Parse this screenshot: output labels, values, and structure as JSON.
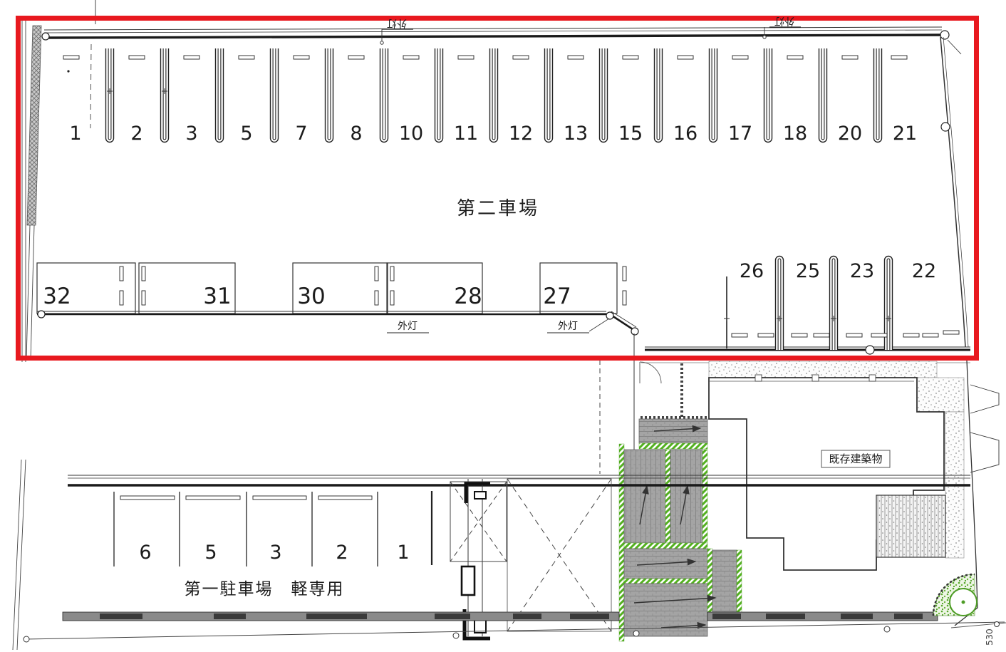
{
  "highlight": {
    "color": "#e8191f"
  },
  "lot2": {
    "name": "第二車場",
    "light_label": "外灯",
    "row_top": [
      "1",
      "2",
      "3",
      "5",
      "7",
      "8",
      "10",
      "11",
      "12",
      "13",
      "15",
      "16",
      "17",
      "18",
      "20",
      "21"
    ],
    "row_boxes": [
      "32",
      "31",
      "30",
      "28",
      "27"
    ],
    "row_right": [
      "26",
      "25",
      "23",
      "22"
    ]
  },
  "lot1": {
    "name": "第一駐車場　軽専用",
    "stalls": [
      "6",
      "5",
      "3",
      "2",
      "1"
    ]
  },
  "building": {
    "name": "既存建築物"
  },
  "dimensions": {
    "corner": "530"
  }
}
